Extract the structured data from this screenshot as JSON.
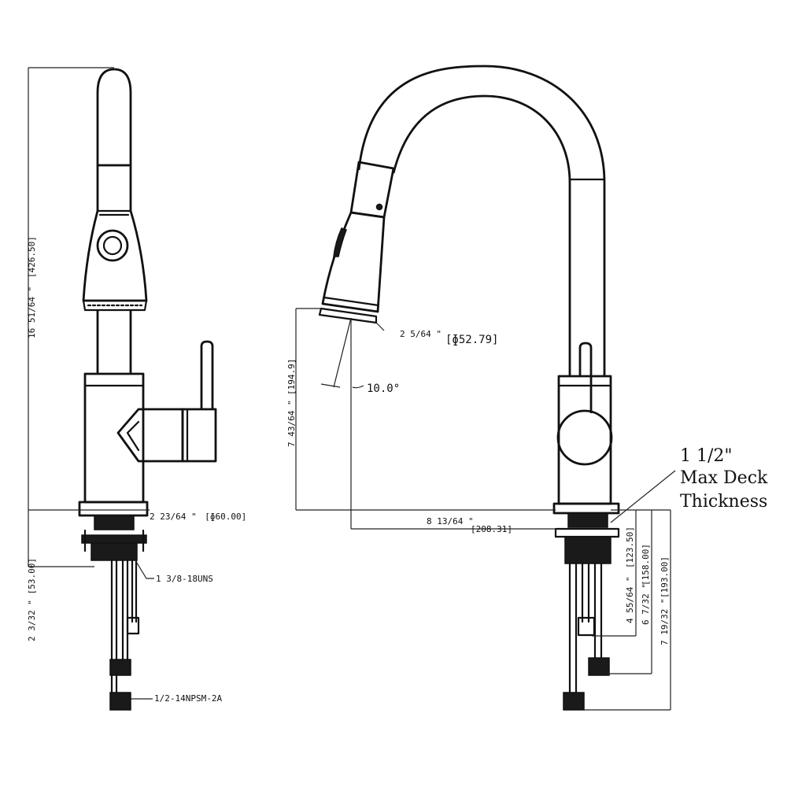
{
  "dimensions": {
    "overall_height": "16 51/64 \"",
    "overall_height_mm": "[426.50]",
    "base_diameter": "2 23/64 \"",
    "base_diameter_mm": "[ɸ60.00]",
    "thread_shank": "1 3/8-18UNS",
    "shank_length": "2 3/32 \" [53.00]",
    "supply_thread": "1/2-14NPSM-2A",
    "sprayer_diameter": "2 5/64 \"",
    "sprayer_diameter_mm": "[ɸ52.79]",
    "tilt_angle": "10.0°",
    "spout_height": "7 43/64 \"",
    "spout_height_mm": "[194.9]",
    "spout_reach": "8 13/64 \"",
    "spout_reach_mm": "[208.31]",
    "below_deck_1": "4 55/64 \"",
    "below_deck_1_mm": "[123.50]",
    "below_deck_2": "6 7/32 \"",
    "below_deck_2_mm": "[158.00]",
    "below_deck_3": "7 19/32 \"",
    "below_deck_3_mm": "[193.00]"
  },
  "notes": {
    "deck_line1": "1 1/2\"",
    "deck_line2": "Max Deck",
    "deck_line3": "Thickness"
  }
}
